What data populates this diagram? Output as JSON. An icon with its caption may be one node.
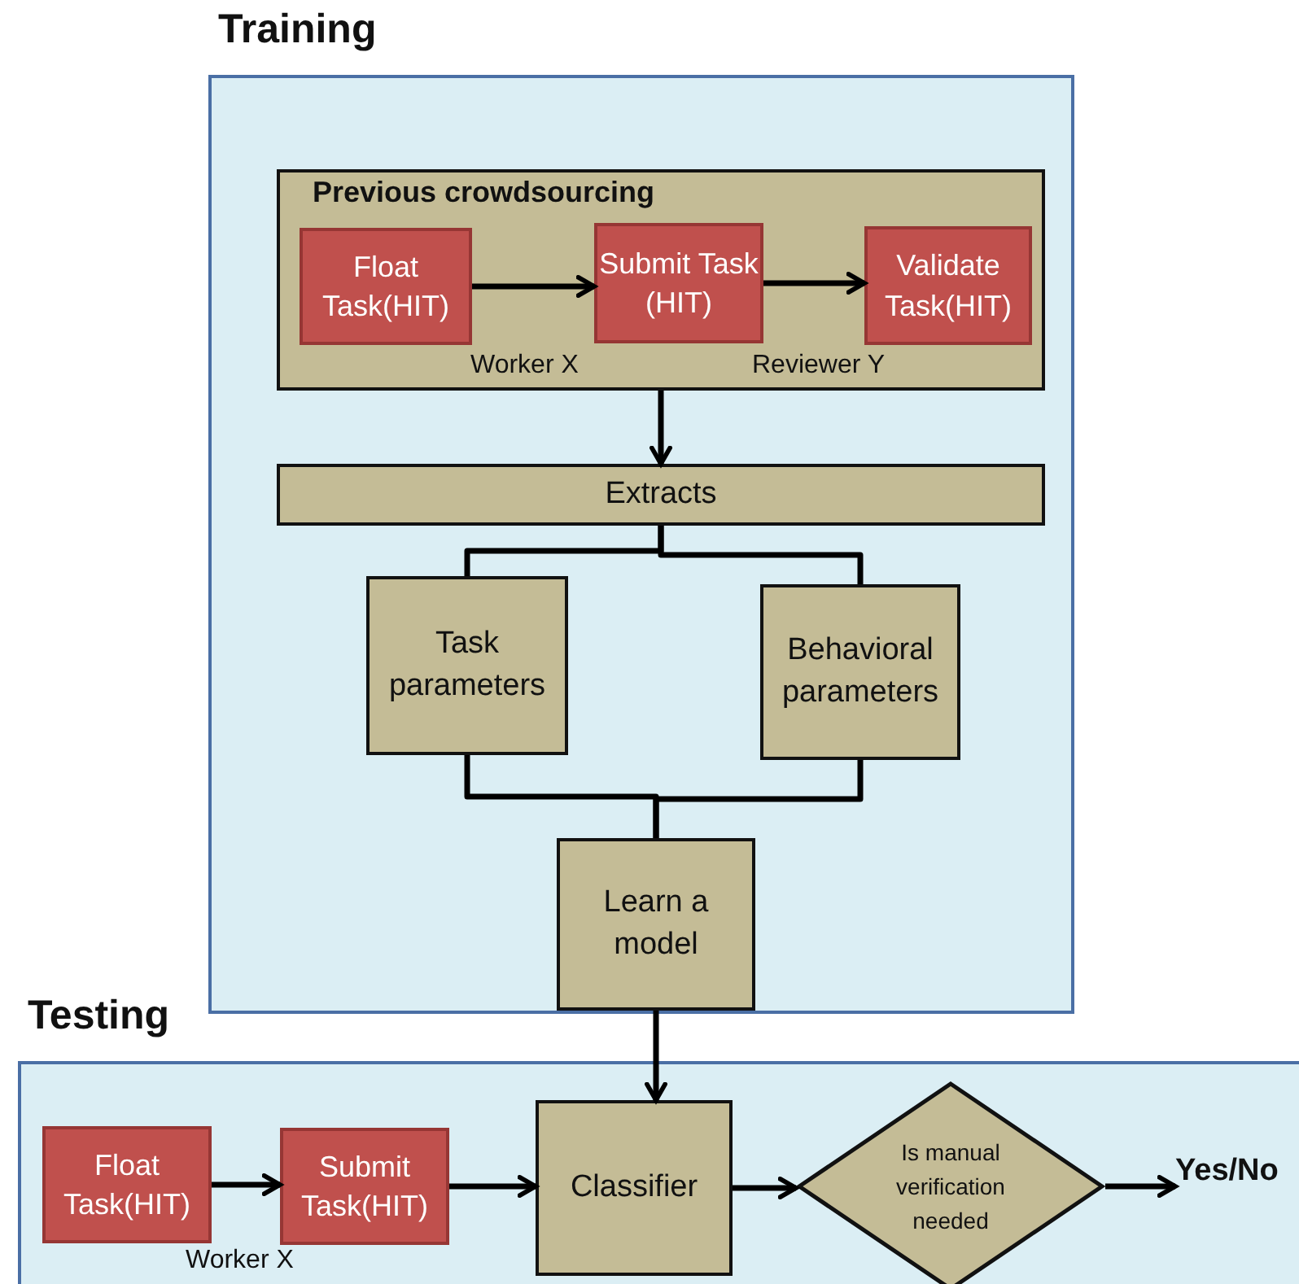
{
  "diagram": {
    "nodes": [
      {
        "text": [
          "Training"
        ]
      },
      {
        "text": [
          "Previous crowdsourcing"
        ],
        "in": 0
      },
      {
        "text": [
          "Float Task(HIT)"
        ],
        "in": 1
      },
      {
        "text": [
          "Submit Task (HIT)"
        ],
        "in": 1
      },
      {
        "text": [
          "Validate Task(HIT)"
        ],
        "in": 1
      },
      {
        "text": [
          "Extracts"
        ],
        "in": 0
      },
      {
        "text": [
          "Task parameters"
        ],
        "in": 0
      },
      {
        "text": [
          "Behavioral parameters"
        ],
        "in": 0
      },
      {
        "text": [
          "Learn a model"
        ],
        "in": 0
      },
      {
        "text": [
          "Testing"
        ]
      },
      {
        "text": [
          "Float Task(HIT)"
        ],
        "in": 9
      },
      {
        "text": [
          "Submit Task(HIT)"
        ],
        "in": 9
      },
      {
        "text": [
          "Classifier"
        ],
        "in": 9
      },
      {
        "text": [
          "Is manual verification needed"
        ],
        "in": 9
      },
      {
        "text": [
          "Yes/No"
        ],
        "in": 9
      }
    ],
    "edges": [
      {
        "from": 2,
        "to": 3,
        "arrow": "to"
      },
      {
        "from": 3,
        "to": 4,
        "arrow": "to"
      },
      {
        "from": 1,
        "to": 5,
        "arrow": "to"
      },
      {
        "from": 5,
        "to": 6,
        "arrow": "none"
      },
      {
        "from": 5,
        "to": 7,
        "arrow": "none"
      },
      {
        "from": 6,
        "to": 8,
        "arrow": "none"
      },
      {
        "from": 7,
        "to": 8,
        "arrow": "none"
      },
      {
        "from": 8,
        "to": 12,
        "arrow": "to"
      },
      {
        "from": 10,
        "to": 11,
        "arrow": "to"
      },
      {
        "from": 11,
        "to": 12,
        "arrow": "to"
      },
      {
        "from": 12,
        "to": 13,
        "arrow": "to"
      },
      {
        "from": 13,
        "to": 14,
        "arrow": "to"
      }
    ],
    "labels": [
      "Worker X",
      "Reviewer Y",
      "Worker X"
    ]
  }
}
